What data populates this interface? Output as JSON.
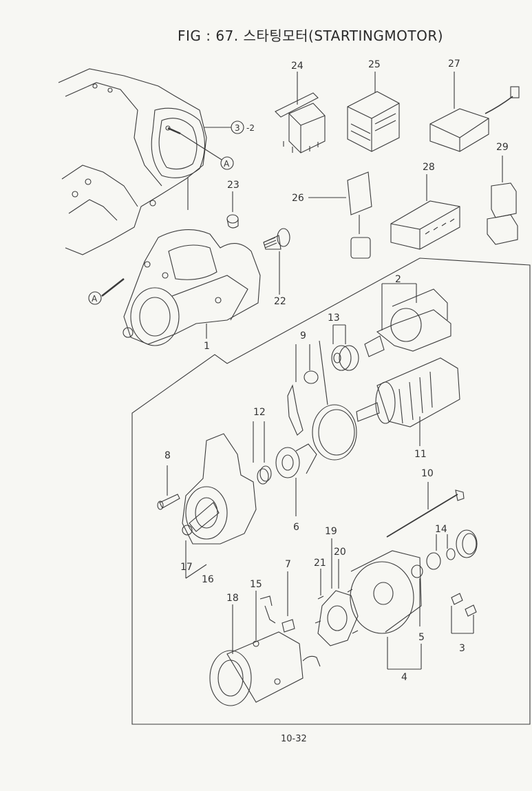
{
  "figure": {
    "title": "FIG : 67. 스타팅모터(STARTINGMOTOR)",
    "page_number": "10-32"
  },
  "callouts": {
    "ref_a": "A",
    "ref_3_circle": "3",
    "ref_3_suffix": "-2"
  },
  "parts": [
    {
      "id": "p1",
      "label": "1"
    },
    {
      "id": "p2",
      "label": "2"
    },
    {
      "id": "p3",
      "label": "3"
    },
    {
      "id": "p4",
      "label": "4"
    },
    {
      "id": "p5",
      "label": "5"
    },
    {
      "id": "p6",
      "label": "6"
    },
    {
      "id": "p7",
      "label": "7"
    },
    {
      "id": "p8",
      "label": "8"
    },
    {
      "id": "p9",
      "label": "9"
    },
    {
      "id": "p10",
      "label": "10"
    },
    {
      "id": "p11",
      "label": "11"
    },
    {
      "id": "p12",
      "label": "12"
    },
    {
      "id": "p13",
      "label": "13"
    },
    {
      "id": "p14",
      "label": "14"
    },
    {
      "id": "p15",
      "label": "15"
    },
    {
      "id": "p16",
      "label": "16"
    },
    {
      "id": "p17",
      "label": "17"
    },
    {
      "id": "p18",
      "label": "18"
    },
    {
      "id": "p19",
      "label": "19"
    },
    {
      "id": "p20",
      "label": "20"
    },
    {
      "id": "p21",
      "label": "21"
    },
    {
      "id": "p22",
      "label": "22"
    },
    {
      "id": "p23",
      "label": "23"
    },
    {
      "id": "p24",
      "label": "24"
    },
    {
      "id": "p25",
      "label": "25"
    },
    {
      "id": "p26",
      "label": "26"
    },
    {
      "id": "p27",
      "label": "27"
    },
    {
      "id": "p28",
      "label": "28"
    },
    {
      "id": "p29",
      "label": "29"
    }
  ]
}
